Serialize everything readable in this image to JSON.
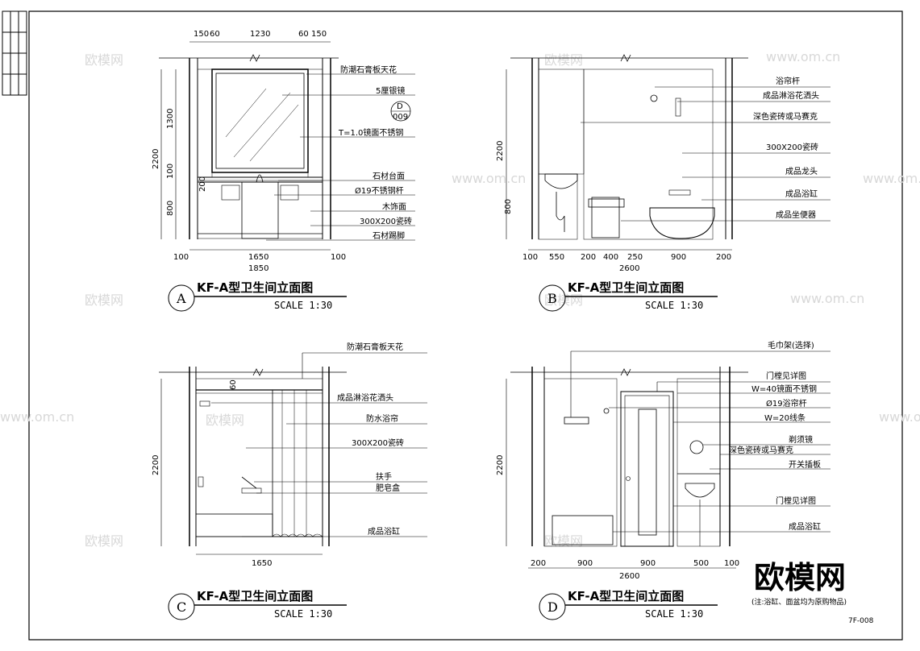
{
  "sheet_code": "7F-008",
  "watermark": {
    "text": "欧模网",
    "url": "www.om.cn",
    "brand_big": "欧模网"
  },
  "footnote": "(注:浴缸、面盆均为原购物品)",
  "panels": {
    "A": {
      "mark": "A",
      "title": "KF-A型卫生间立面图",
      "scale": "SCALE 1:30",
      "labels": [
        "防潮石膏板天花",
        "5厘银镜",
        "T=1.0镜面不锈钢",
        "石材台面",
        "Ø19不锈钢杆",
        "木饰面",
        "300X200瓷砖",
        "石材踢脚"
      ],
      "detail_bubble": {
        "top": "D",
        "bottom": "009"
      },
      "top_dims": [
        "150",
        "60",
        "1230",
        "60",
        "150"
      ],
      "left_dims": [
        "2200",
        "1300",
        "100",
        "800"
      ],
      "small_dim": "200",
      "bottom_dims": [
        "100",
        "1650",
        "100"
      ],
      "bottom_total": "1850"
    },
    "B": {
      "mark": "B",
      "title": "KF-A型卫生间立面图",
      "scale": "SCALE 1:30",
      "labels": [
        "浴帘杆",
        "成品淋浴花洒头",
        "深色瓷砖或马赛克",
        "300X200瓷砖",
        "成品龙头",
        "成品浴缸",
        "成品坐便器"
      ],
      "left_dims": [
        "2200",
        "800"
      ],
      "bottom_dims": [
        "100",
        "550",
        "200",
        "400",
        "250",
        "900",
        "200"
      ],
      "bottom_total": "2600"
    },
    "C": {
      "mark": "C",
      "title": "KF-A型卫生间立面图",
      "scale": "SCALE 1:30",
      "labels": [
        "防潮石膏板天花",
        "成品淋浴花洒头",
        "防水浴帘",
        "300X200瓷砖",
        "扶手",
        "肥皂盒",
        "成品浴缸"
      ],
      "left_dims": [
        "2200"
      ],
      "small_dim": "60",
      "bottom_dims": [
        "1650"
      ]
    },
    "D": {
      "mark": "D",
      "title": "KF-A型卫生间立面图",
      "scale": "SCALE 1:30",
      "labels": [
        "毛巾架(选择)",
        "门樘见详图",
        "W=40镜面不锈钢",
        "Ø19浴帘杆",
        "W=20线条",
        "剃须镜",
        "深色瓷砖或马赛克",
        "开关插板",
        "门樘见详图",
        "成品浴缸"
      ],
      "left_dims": [
        "2200"
      ],
      "bottom_dims": [
        "200",
        "900",
        "900",
        "500",
        "100"
      ],
      "bottom_total": "2600"
    }
  }
}
